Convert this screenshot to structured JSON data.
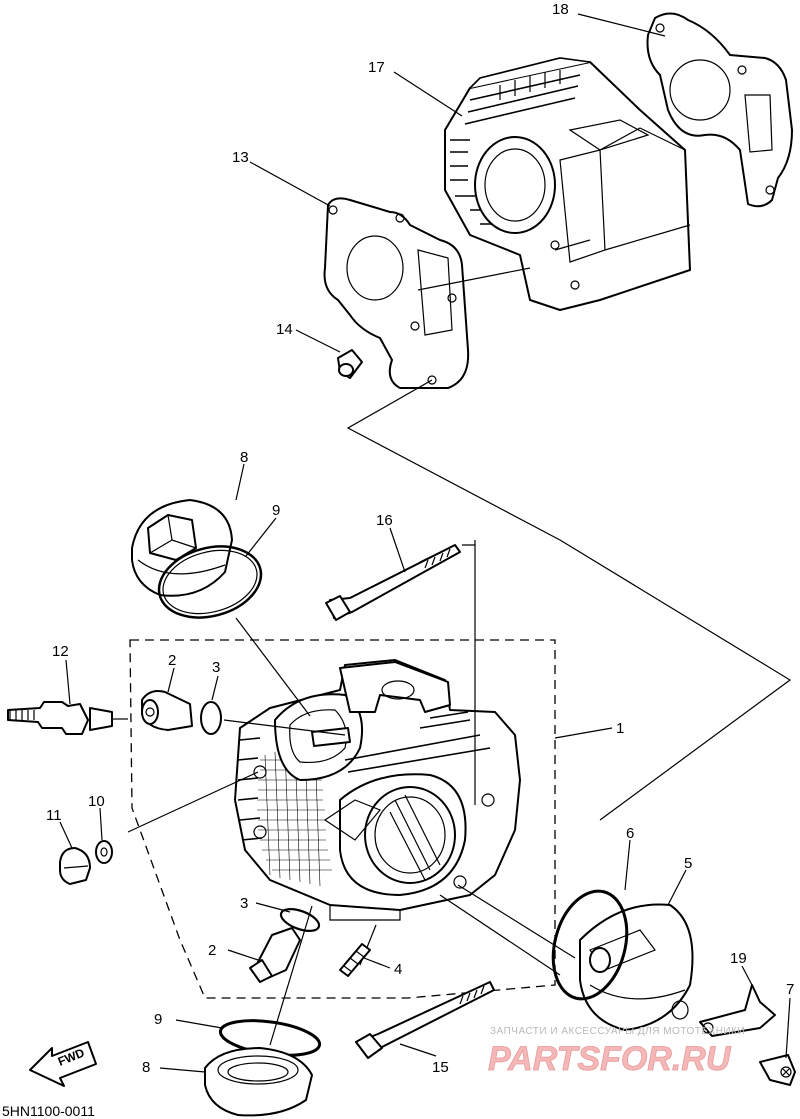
{
  "callouts": [
    {
      "num": "18"
    },
    {
      "num": "17"
    },
    {
      "num": "13"
    },
    {
      "num": "14"
    },
    {
      "num": "8"
    },
    {
      "num": "9"
    },
    {
      "num": "16"
    },
    {
      "num": "12"
    },
    {
      "num": "2"
    },
    {
      "num": "3"
    },
    {
      "num": "1"
    },
    {
      "num": "11"
    },
    {
      "num": "10"
    },
    {
      "num": "6"
    },
    {
      "num": "5"
    },
    {
      "num": "3"
    },
    {
      "num": "2"
    },
    {
      "num": "4"
    },
    {
      "num": "19"
    },
    {
      "num": "7"
    },
    {
      "num": "9"
    },
    {
      "num": "15"
    },
    {
      "num": "8"
    }
  ],
  "fwd_label": "FWD",
  "part_code": "5HN1100-0011",
  "watermark": {
    "caption": "ЗАПЧАСТИ И АКСЕССУАРЫ ДЛЯ МОТОТЕХНИКИ",
    "brand": "PARTSFOR.RU"
  }
}
